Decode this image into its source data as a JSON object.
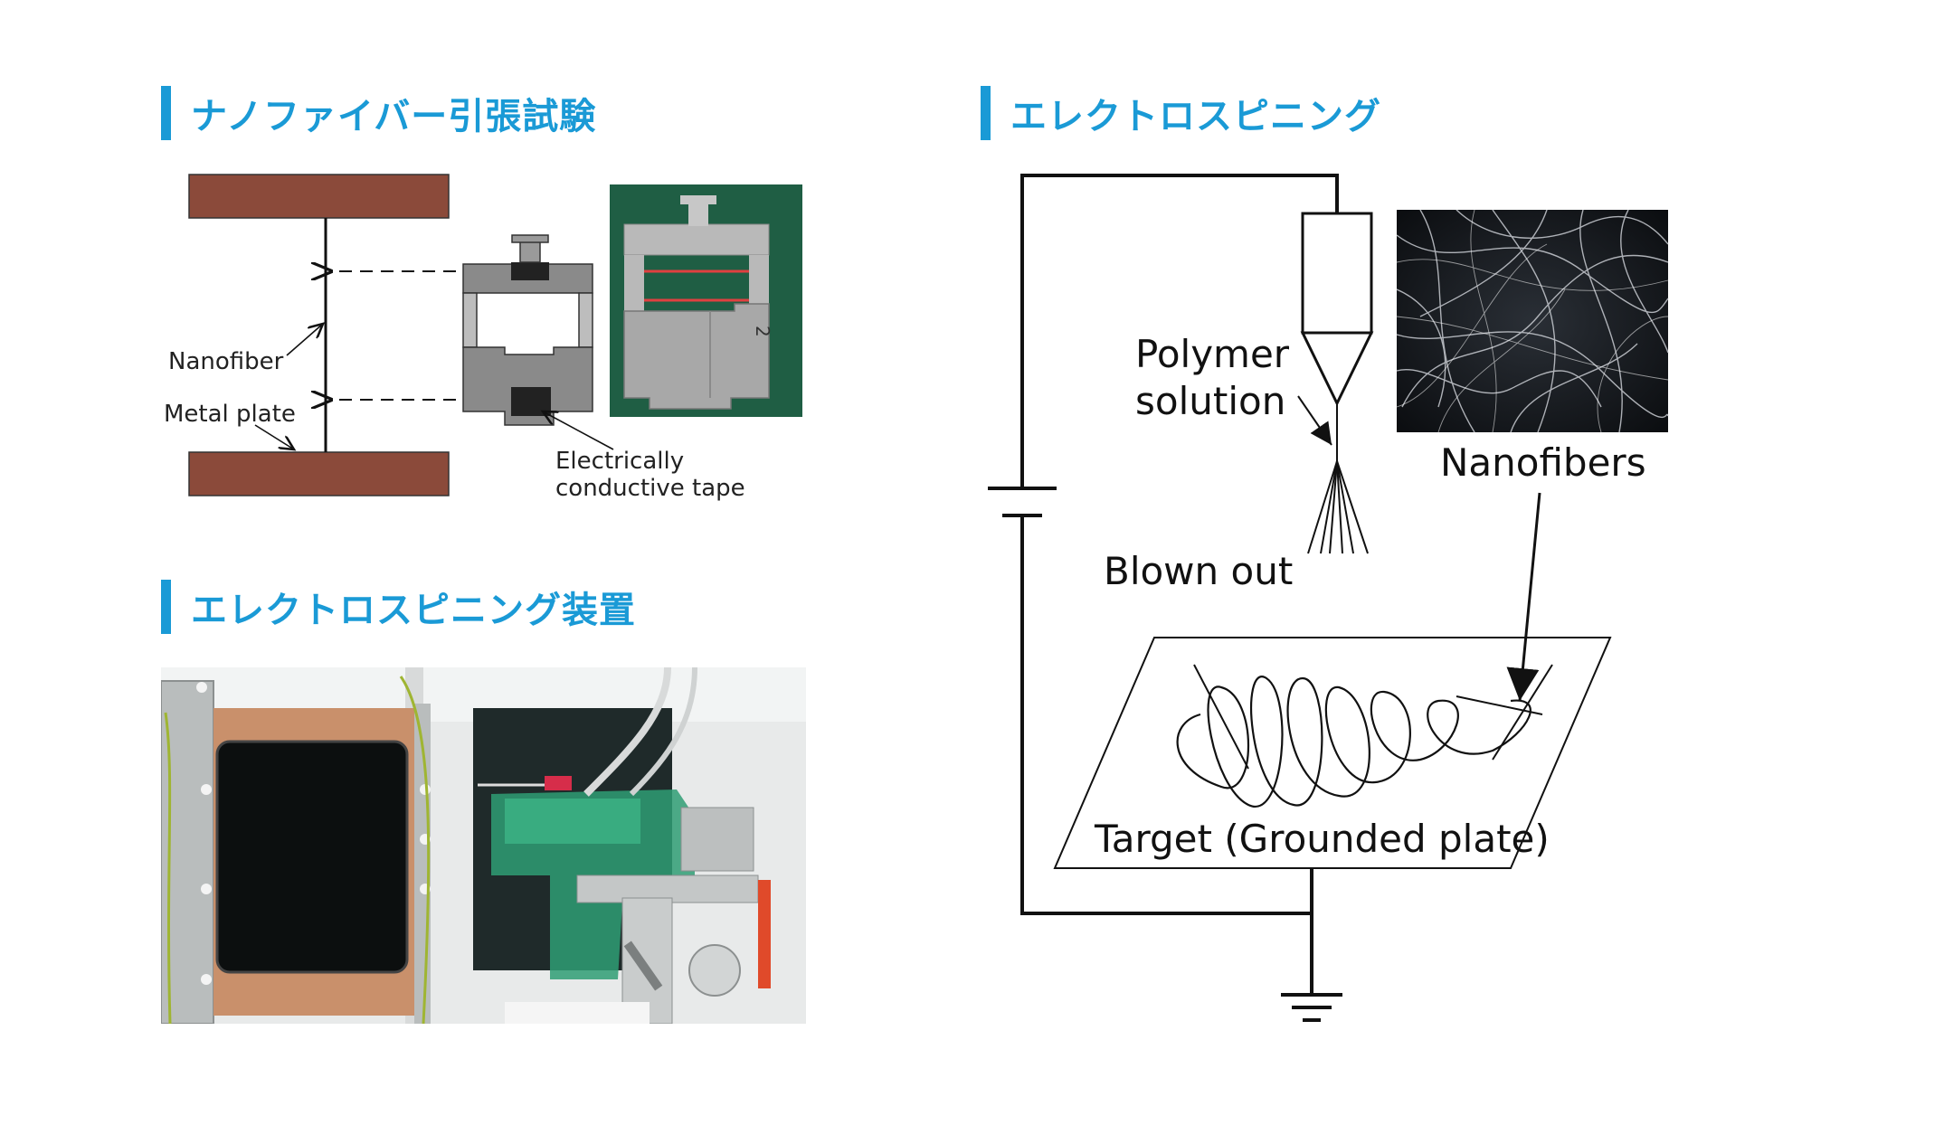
{
  "colors": {
    "accent": "#1a9ad6",
    "metal_plate": "#8b4a3a",
    "frame_gray": "#8a8a8a",
    "tape_black": "#222222",
    "photo_green": "#1f5e44",
    "copper": "#c9906b",
    "diagram_line": "#111111"
  },
  "headings": {
    "tensile_test": "ナノファイバー引張試験",
    "electrospinning_apparatus": "エレクトロスピニング装置",
    "electrospinning": "エレクトロスピニング"
  },
  "tensile_diagram": {
    "label_nanofiber": "Nanofiber",
    "label_metal_plate": "Metal plate",
    "label_tape_line1": "Electrically",
    "label_tape_line2": "conductive tape",
    "photo_digit": "2"
  },
  "electrospinning_diagram": {
    "label_polymer_line1": "Polymer",
    "label_polymer_line2": "solution",
    "label_blown_out": "Blown out",
    "label_nanofibers": "Nanofibers",
    "label_target": "Target (Grounded plate)"
  },
  "icons": {
    "battery": "battery-symbol-icon",
    "ground": "ground-symbol-icon"
  }
}
